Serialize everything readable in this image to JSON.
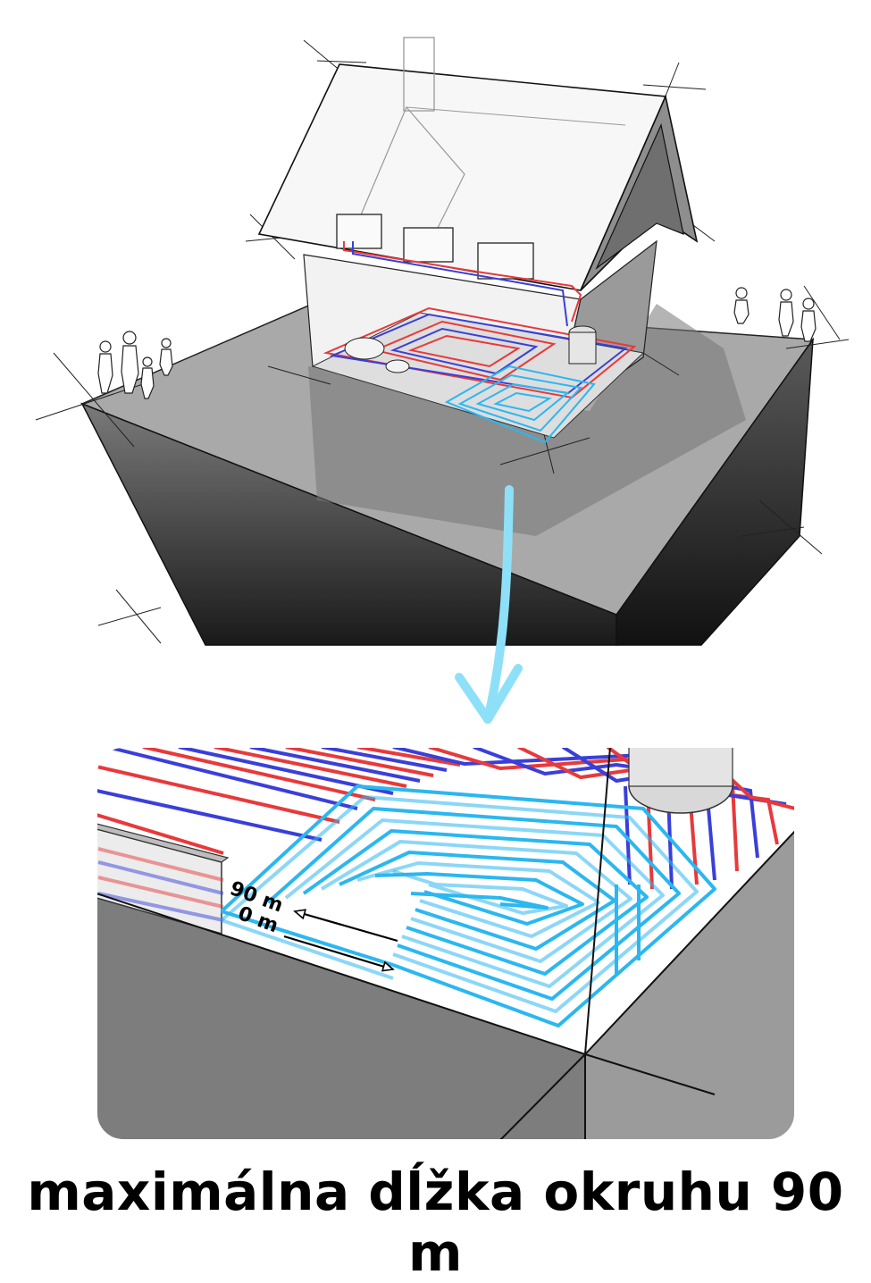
{
  "labels": {
    "start_label": "0 m",
    "end_label": "90 m"
  },
  "caption": "maximálna dĺžka okruhu 90 m",
  "colors": {
    "supply": "#e8393b",
    "return": "#3a3fd9",
    "circuit": "#2bb7f0",
    "arrow": "#8ee0f8"
  }
}
